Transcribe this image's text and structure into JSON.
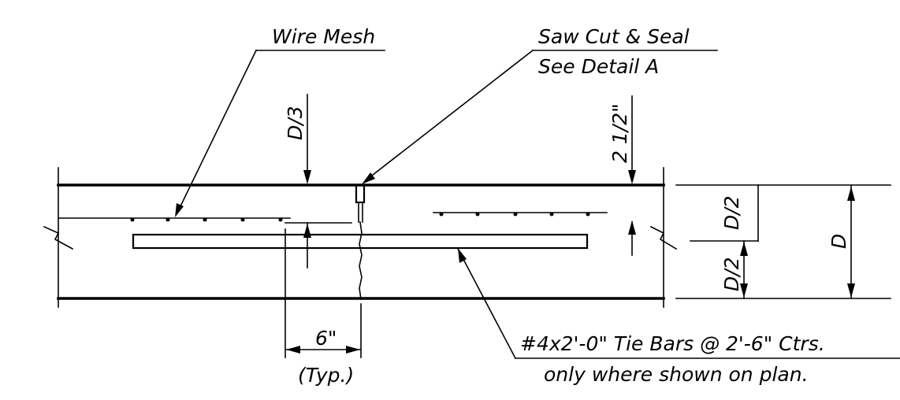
{
  "labels": {
    "wire_mesh": "Wire Mesh",
    "saw_cut_line1": "Saw Cut & Seal",
    "saw_cut_line2": "See Detail A",
    "d_over_3": "D/3",
    "two_half": "2 1/2\"",
    "d_half_upper": "D/2",
    "d_half_lower": "D/2",
    "d_total": "D",
    "six_inch": "6\"",
    "typ": "(Typ.)",
    "tie_bars_line1": "#4x2'-0\" Tie Bars @ 2'-6\" Ctrs.",
    "tie_bars_line2": "only where shown on plan."
  }
}
